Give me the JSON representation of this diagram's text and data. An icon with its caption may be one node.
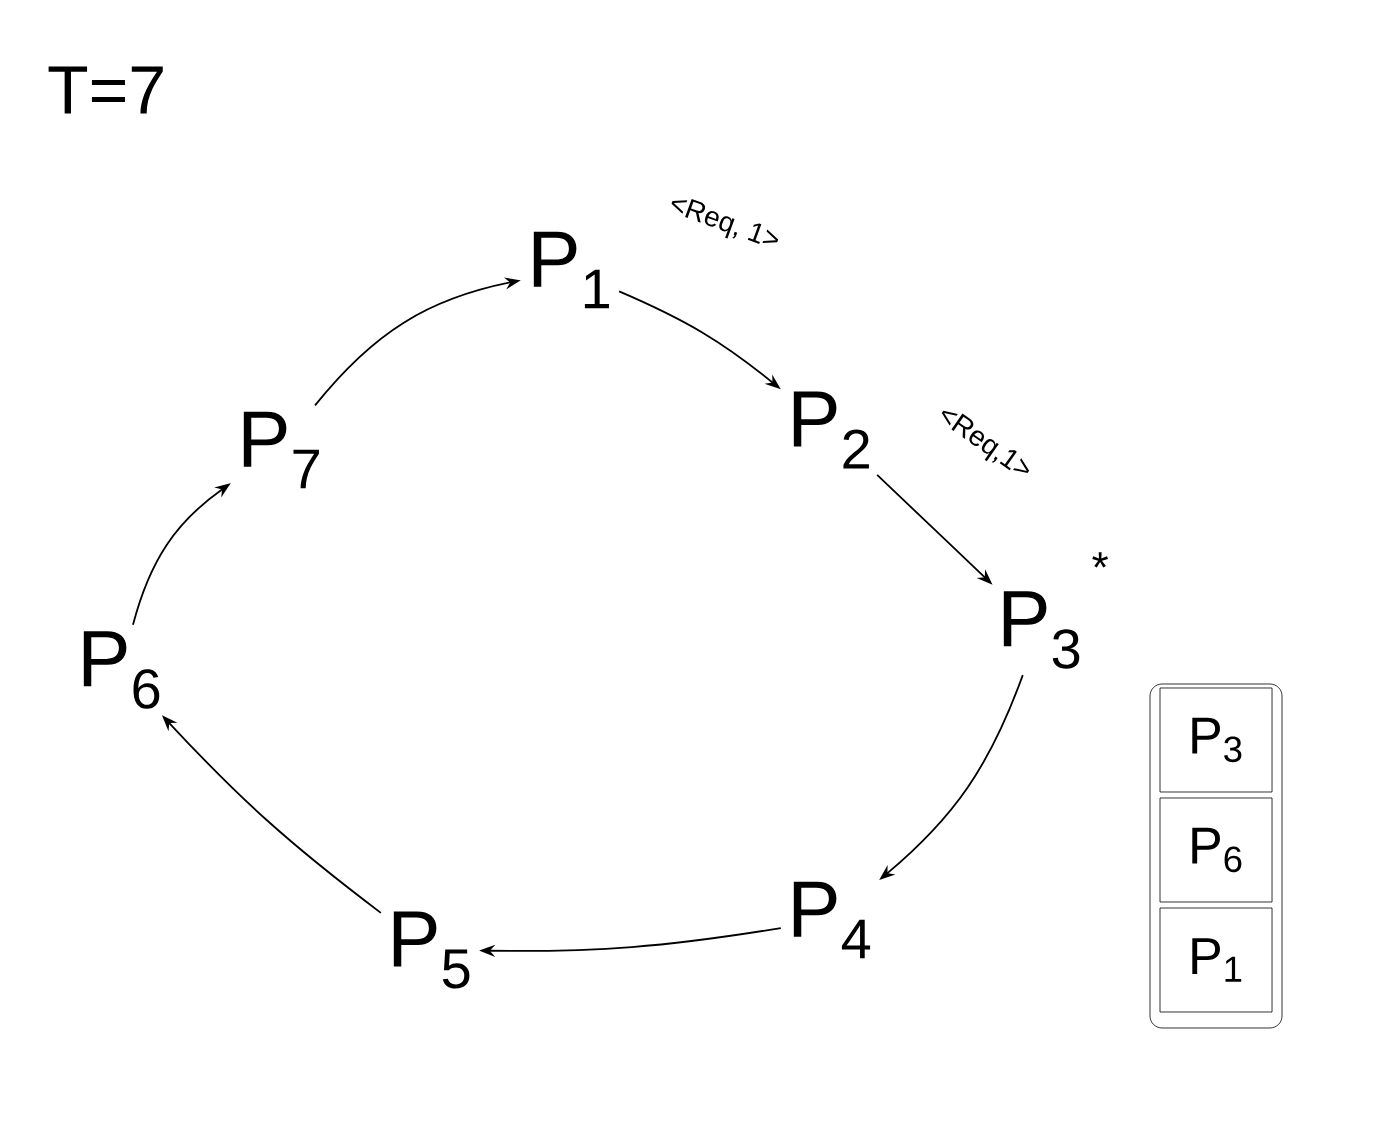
{
  "diagram": {
    "title": "T=7",
    "nodes": [
      {
        "text": [
          "P$_{1}$"
        ]
      },
      {
        "text": [
          "P$_{2}$"
        ]
      },
      {
        "text": [
          "P$_{3}$"
        ],
        "beside": [
          "*"
        ]
      },
      {
        "text": [
          "P$_{4}$"
        ]
      },
      {
        "text": [
          "P$_{5}$"
        ]
      },
      {
        "text": [
          "P$_{6}$"
        ]
      },
      {
        "text": [
          "P$_{7}$"
        ]
      },
      {
        "text": [],
        "shape": "box"
      },
      {
        "text": [
          "P$_{3}$"
        ],
        "in": 7
      },
      {
        "text": [
          "P$_{6}$"
        ],
        "in": 7
      },
      {
        "text": [
          "P$_{1}$"
        ],
        "in": 7
      }
    ],
    "edges": [
      {
        "from": 5,
        "to": 6,
        "arrow": "to"
      },
      {
        "from": 6,
        "to": 0,
        "arrow": "to"
      },
      {
        "from": 0,
        "to": 1,
        "arrow": "to",
        "label": "<Req, 1>"
      },
      {
        "from": 1,
        "to": 2,
        "arrow": "to",
        "label": "<Req,1>"
      },
      {
        "from": 2,
        "to": 3,
        "arrow": "to"
      },
      {
        "from": 3,
        "to": 4,
        "arrow": "to"
      },
      {
        "from": 4,
        "to": 5,
        "arrow": "to"
      }
    ]
  }
}
